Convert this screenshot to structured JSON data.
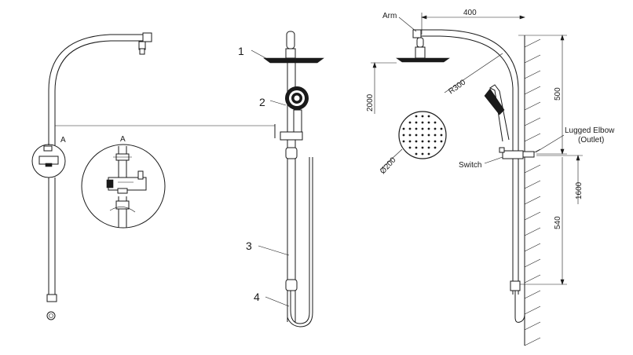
{
  "callouts": {
    "one": "1",
    "two": "2",
    "three": "3",
    "four": "4"
  },
  "detail": {
    "marker_main": "A",
    "marker_zoom": "A"
  },
  "side_view": {
    "arm_label": "Arm",
    "arm_length": "400",
    "radius": "R300",
    "head_height": "2000",
    "head_diameter": "Ø200",
    "riser_top": "500",
    "elbow_label_line1": "Lugged Elbow",
    "elbow_label_line2": "(Outlet)",
    "switch_label": "Switch",
    "total_height": "1600",
    "rail_length": "540"
  }
}
